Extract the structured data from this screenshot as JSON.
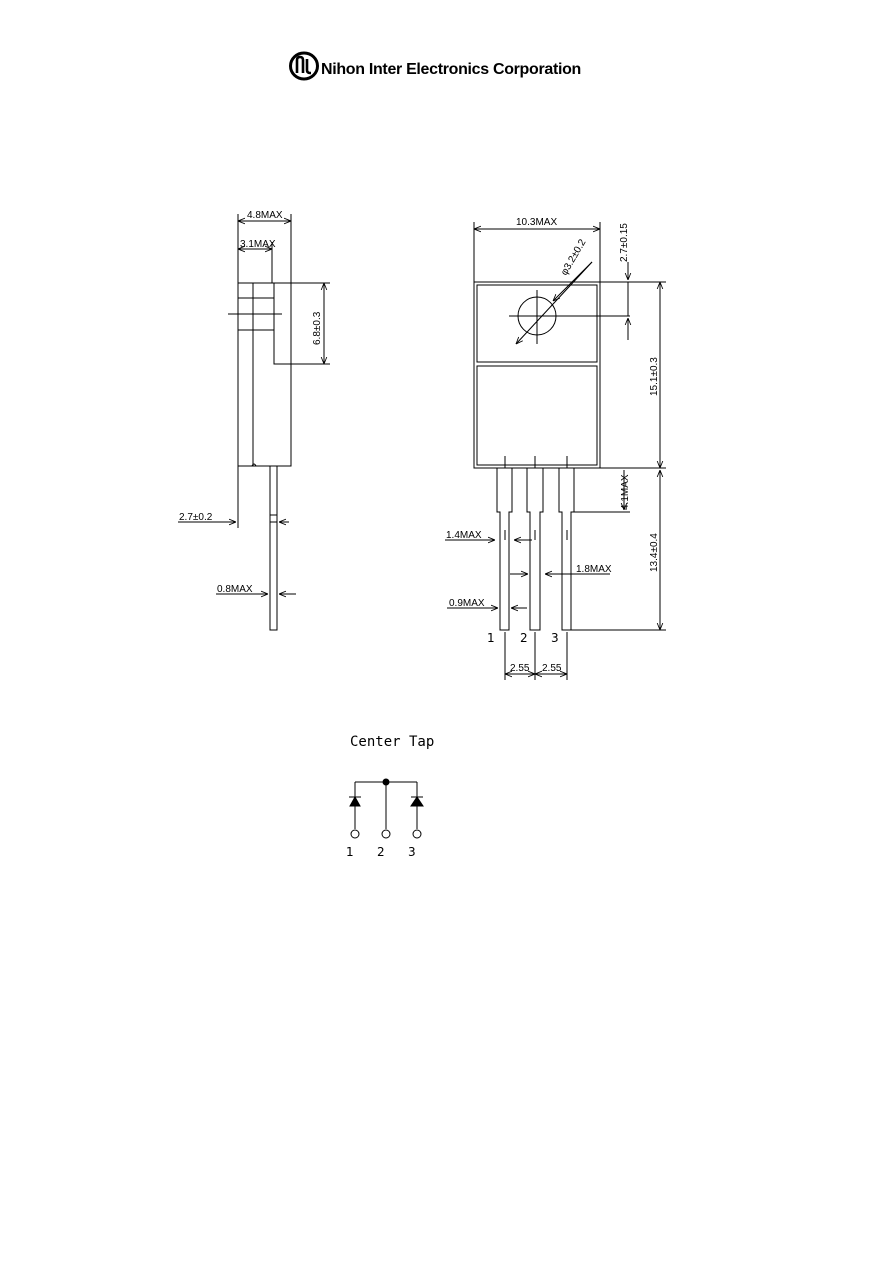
{
  "header": {
    "company_name": "Nihon Inter Electronics Corporation",
    "logo_letters": "NI",
    "logo_icon": "nie-logo-icon"
  },
  "side_view": {
    "dims": {
      "overall_thickness": "4.8MAX",
      "body_thickness": "3.1MAX",
      "tab_hole_height": "6.8±0.3",
      "lead_offset": "2.7±0.2",
      "lead_thickness": "0.8MAX"
    }
  },
  "front_view": {
    "dims": {
      "body_width": "10.3MAX",
      "hole_diameter": "φ3.2±0.2",
      "hole_center": "2.7±0.15",
      "body_height": "15.1±0.3",
      "shoulder_length": "4.1MAX",
      "lead_length": "13.4±0.4",
      "shoulder_width": "1.4MAX",
      "shoulder_width_right": "1.8MAX",
      "lead_width": "0.9MAX",
      "pitch_left": "2.55",
      "pitch_right": "2.55"
    },
    "pins": [
      "1",
      "2",
      "3"
    ]
  },
  "schematic": {
    "title": "Center Tap",
    "pins": [
      "1",
      "2",
      "3"
    ]
  }
}
